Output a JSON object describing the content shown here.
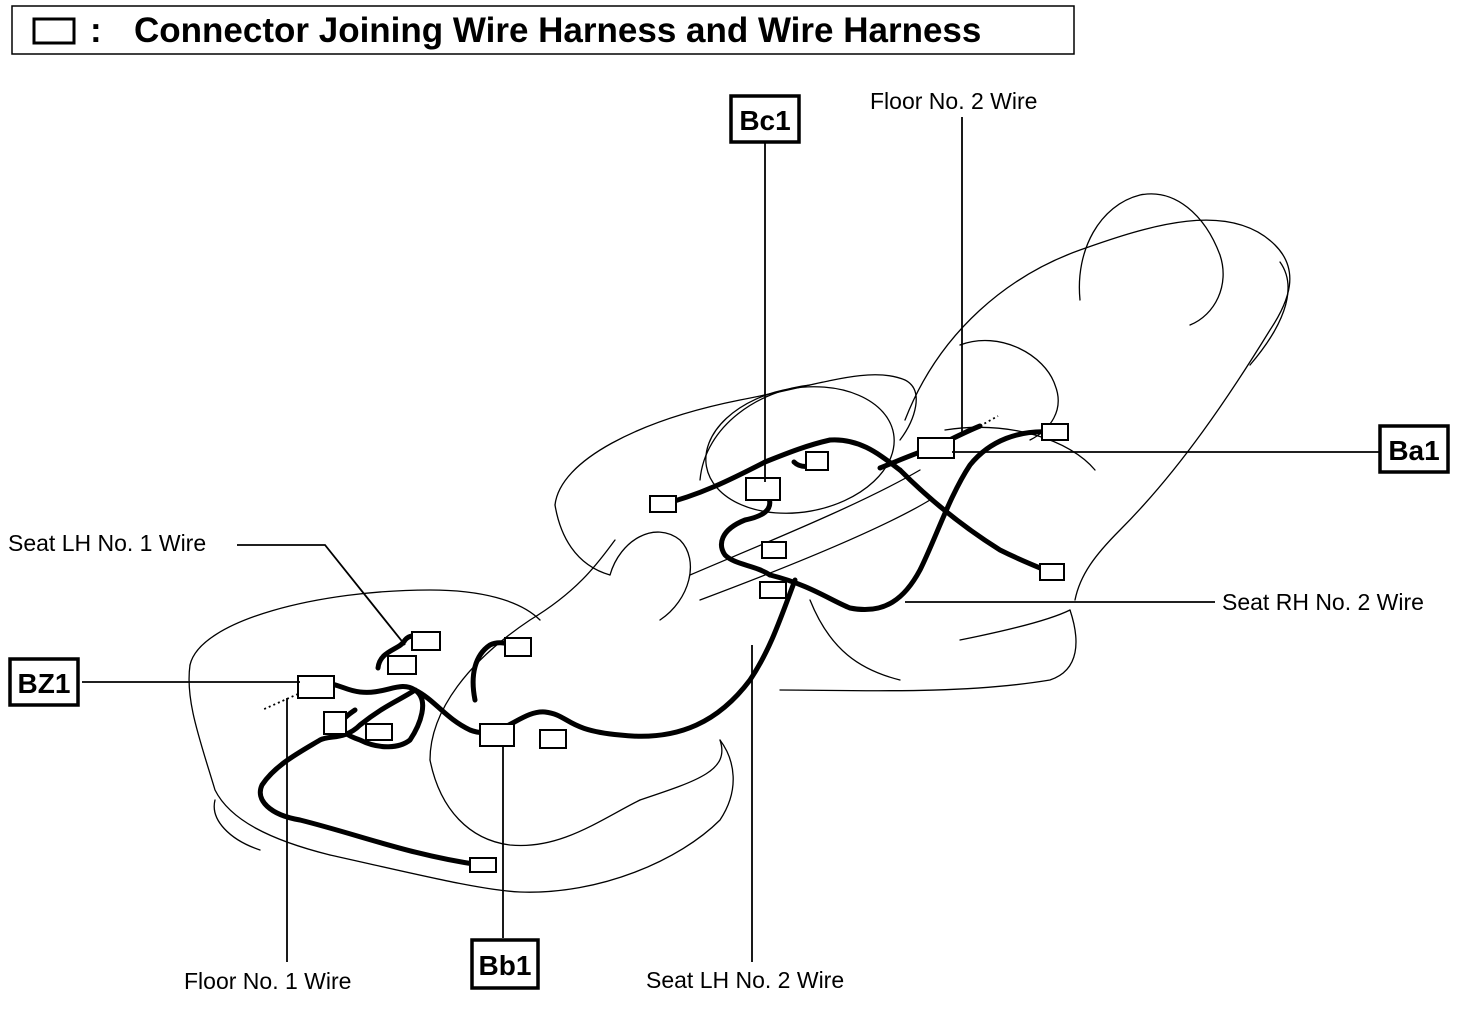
{
  "header": {
    "legend_symbol": "box-symbol",
    "colon": ":",
    "title": "Connector Joining Wire Harness and Wire Harness"
  },
  "connector_codes": {
    "bc1": "Bc1",
    "ba1": "Ba1",
    "bz1": "BZ1",
    "bb1": "Bb1"
  },
  "wire_labels": {
    "floor_no2": "Floor No. 2 Wire",
    "seat_lh_no1": "Seat LH No. 1 Wire",
    "seat_rh_no2": "Seat RH No. 2 Wire",
    "floor_no1": "Floor No. 1 Wire",
    "seat_lh_no2": "Seat LH No. 2 Wire"
  }
}
